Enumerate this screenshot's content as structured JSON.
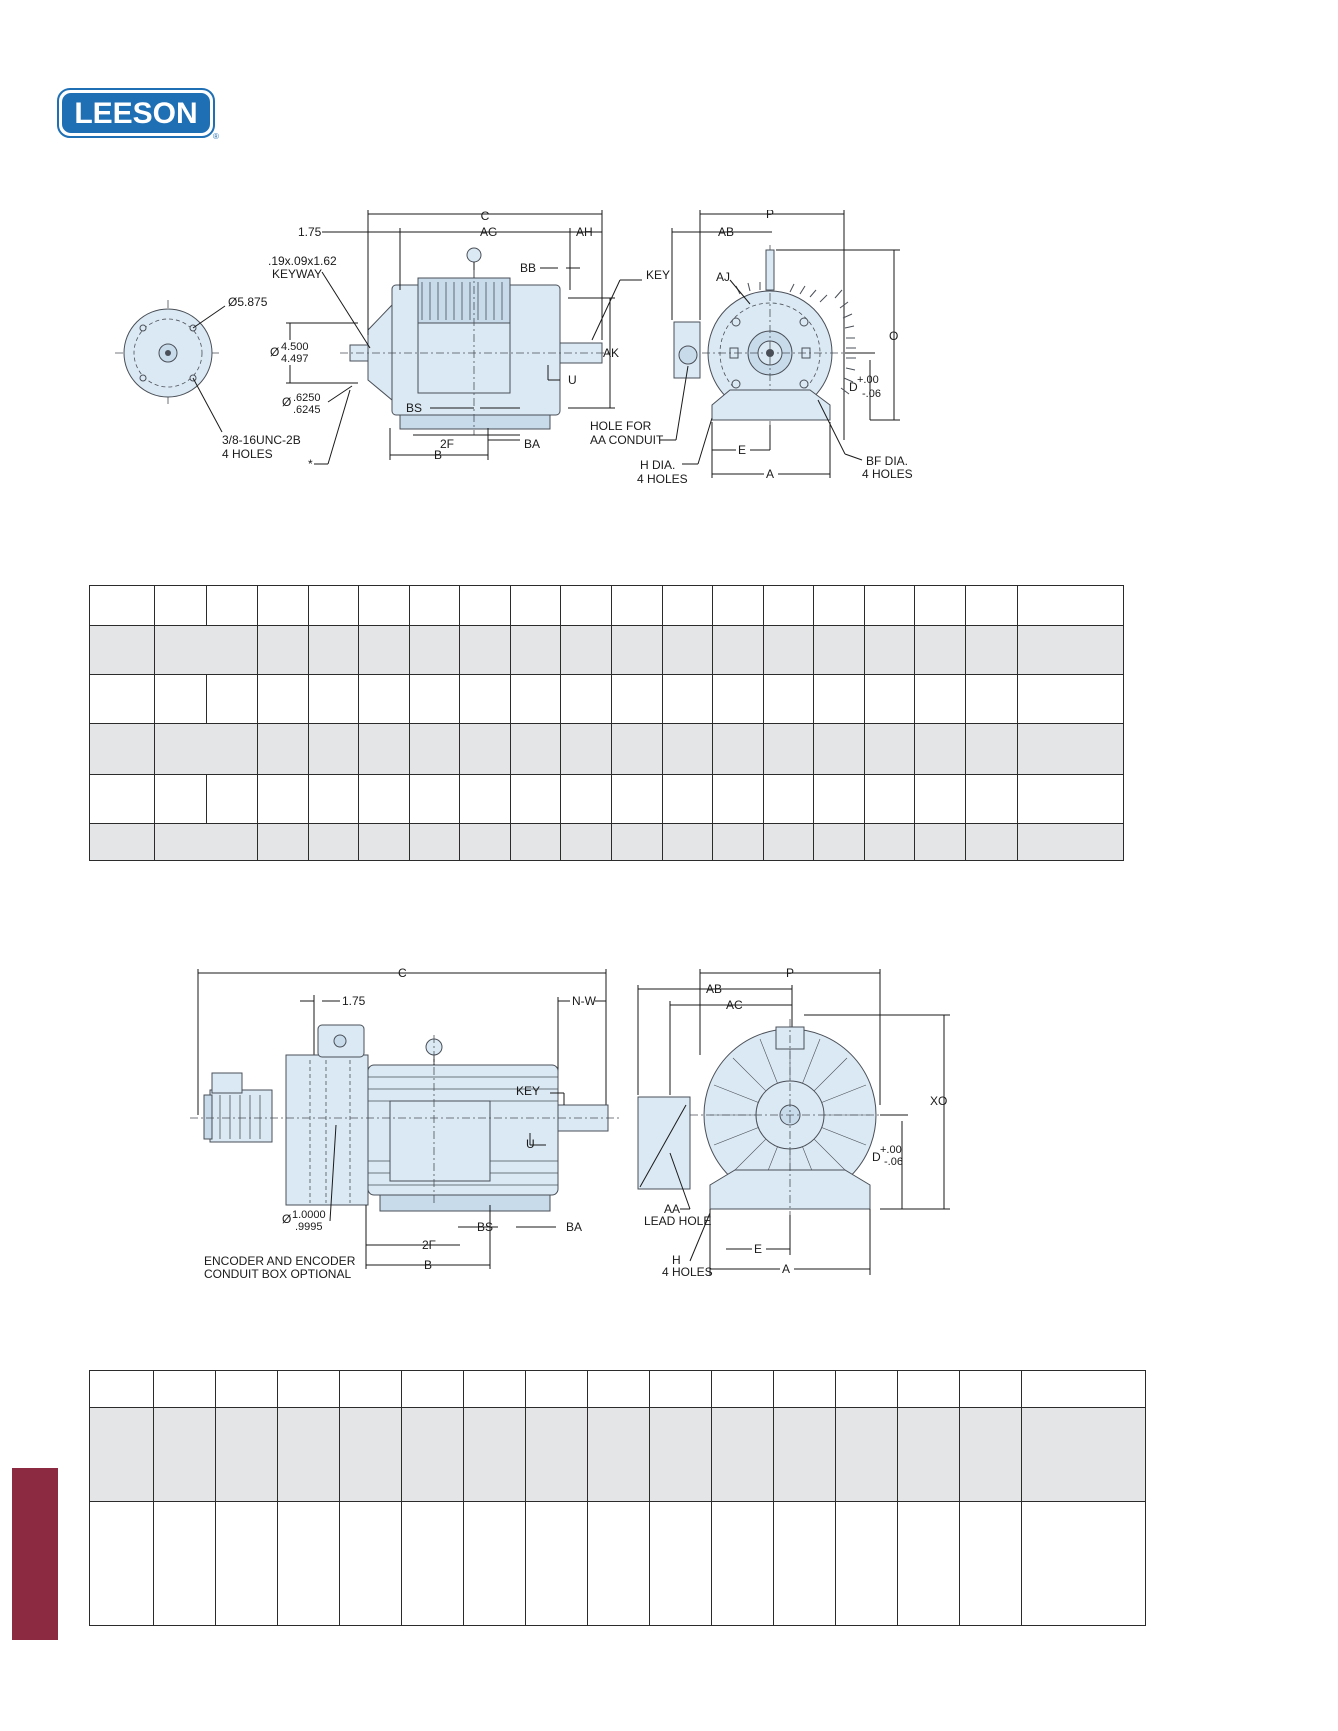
{
  "brand": {
    "logo_text": "LEESON",
    "registered_mark": "®",
    "logo_color": "#1f6fb5",
    "accent_tab_color": "#8c2a42"
  },
  "figure_top": {
    "face_view": {
      "bolt_circle": "Ø5.875",
      "tap_holes_1": "3/8-16UNC-2B",
      "tap_holes_2": "4 HOLES"
    },
    "side_view": {
      "dim_c": "C",
      "dim_175": "1.75",
      "dim_ag": "AG",
      "dim_ah": "AH",
      "dim_bb": "BB",
      "key": "KEY",
      "keyway_1": ".19x.09x1.62",
      "keyway_2": "KEYWAY",
      "pilot_dia": "Ø",
      "pilot_max": "4.500",
      "pilot_min": "4.497",
      "shaft_dia": "Ø",
      "shaft_max": ".6250",
      "shaft_min": ".6245",
      "dim_ak": "AK",
      "dim_u": "U",
      "dim_bs": "BS",
      "dim_2f": "2F",
      "dim_b": "B",
      "dim_ba": "BA",
      "star": "*"
    },
    "end_view": {
      "dim_p": "P",
      "dim_ab": "AB",
      "dim_aj": "AJ",
      "dim_o": "O",
      "dim_d": "D",
      "tol_plus": "+.00",
      "tol_minus": "-.06",
      "conduit_1": "HOLE FOR",
      "conduit_2": "AA CONDUIT",
      "dim_e": "E",
      "dim_a": "A",
      "h_1": "H DIA.",
      "h_2": "4 HOLES",
      "bf_1": "BF DIA.",
      "bf_2": "4 HOLES"
    }
  },
  "figure_bottom": {
    "side_view": {
      "dim_c": "C",
      "dim_175": "1.75",
      "dim_nw": "N-W",
      "key": "KEY",
      "dim_u": "U",
      "shaft_dia": "Ø",
      "shaft_max": "1.0000",
      "shaft_min": ".9995",
      "dim_bs": "BS",
      "dim_ba": "BA",
      "dim_2f": "2F",
      "dim_b": "B",
      "note_1": "ENCODER AND ENCODER",
      "note_2": "CONDUIT BOX OPTIONAL"
    },
    "end_view": {
      "dim_p": "P",
      "dim_ab": "AB",
      "dim_ac": "AC",
      "dim_xo": "XO",
      "dim_d": "D",
      "tol_plus": "+.00",
      "tol_minus": "-.06",
      "lead_1": "AA",
      "lead_2": "LEAD HOLE",
      "dim_e": "E",
      "dim_a": "A",
      "h_1": "H",
      "h_2": "4 HOLES"
    }
  }
}
